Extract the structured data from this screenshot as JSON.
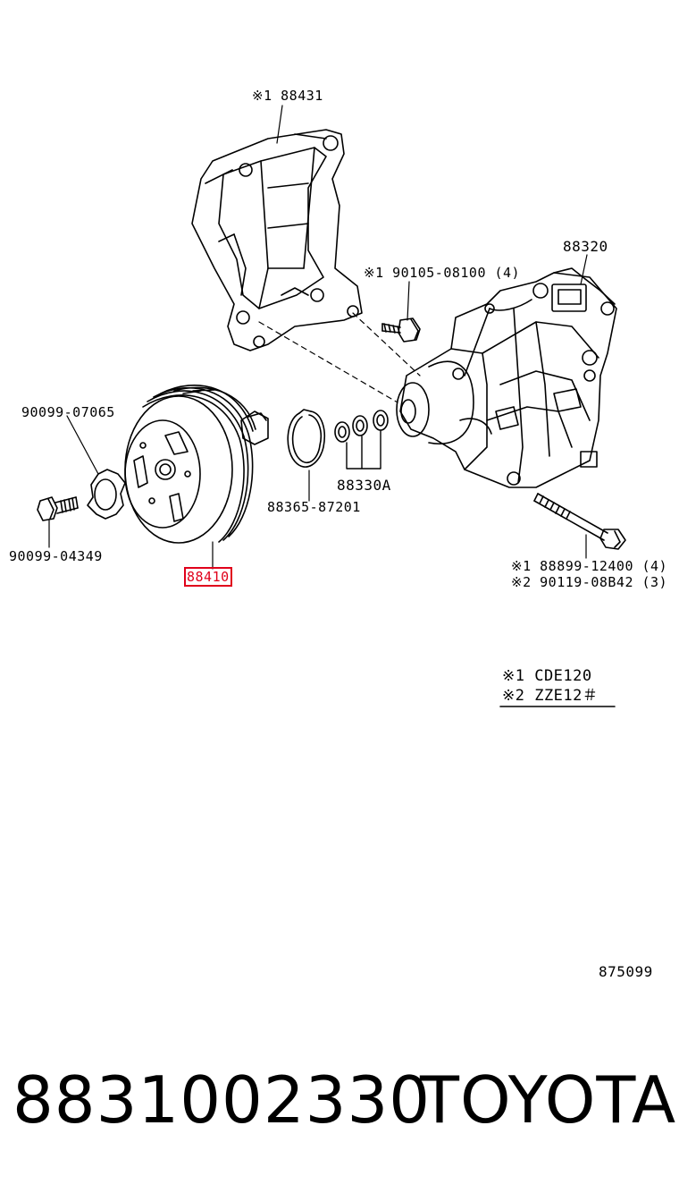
{
  "callouts": {
    "bracket": "※1 88431",
    "bolt_top": "※1 90105-08100 (4)",
    "compressor": "88320",
    "washer_top": "90099-07065",
    "bolt_left": "90099-04349",
    "shims": "88330A",
    "snap_ring": "88365-87201",
    "clutch": "88410",
    "long_bolt_1": "※1 88899-12400 (4)",
    "long_bolt_2": "※2 90119-08B42 (3)"
  },
  "legend": {
    "note_1": "※1 CDE120",
    "note_2": "※2 ZZE12＃"
  },
  "diagram_id": "875099",
  "footer": {
    "part_number": "8831002330",
    "brand": "TOYOTA"
  },
  "colors": {
    "line": "#000000",
    "highlight": "#e0001b",
    "background": "#ffffff"
  }
}
